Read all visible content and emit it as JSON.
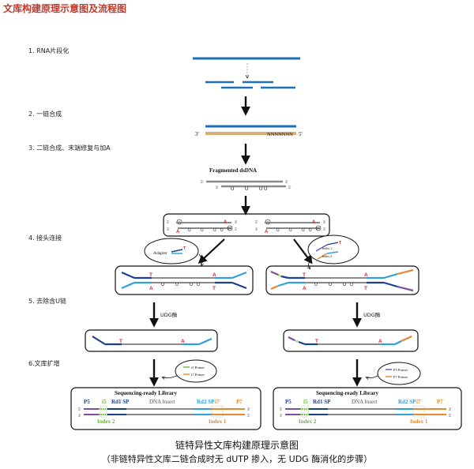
{
  "title": "文库构建原理示意图及流程图",
  "steps": {
    "s1": "1. RNA片段化",
    "s2": "2. 一链合成",
    "s3": "3. 二链合成、末端修复与加A",
    "s4": "4. 接头连接",
    "s5": "5. 去除含U链",
    "s6": "6.文库扩增"
  },
  "labels": {
    "p3": "3'",
    "p5": "5'",
    "nnn": "NNNNNNN",
    "fragmented": "Fragmented dsDNA",
    "u": "U",
    "t": "T",
    "a": "A",
    "p": "P",
    "adapter": "Adapter",
    "index1": "Index 1",
    "index2": "Index 2",
    "udg": "UDG酶",
    "i5primer": "i5 Primer",
    "i7primer": "i7 Primer",
    "p5primer": "P5 Primer",
    "p7primer": "P7 Primer",
    "lib_title": "Sequencing-ready Library",
    "lib_p5": "P5",
    "lib_i5": "i5",
    "lib_rd1": "Rd1 SP",
    "lib_insert": "DNA Insert",
    "lib_rd2": "Rd2 SP",
    "lib_i7": "i7",
    "lib_p7": "P7"
  },
  "caption": {
    "line1": "链特异性文库构建原理示意图",
    "line2": "（非链特异性文库二链合成时无 dUTP 掺入，无 UDG 酶消化的步骤）"
  },
  "colors": {
    "title": "#c0392b",
    "rna": "#1f6fb5",
    "first_strand": "#d9ad7c",
    "dna": "#8a8a8a",
    "mark": "#d62728",
    "adapter_dark": "#1a3f8f",
    "adapter_light": "#2fa0da",
    "purple": "#7b4fa3",
    "green": "#6bb83a",
    "orange": "#e58a2f"
  }
}
